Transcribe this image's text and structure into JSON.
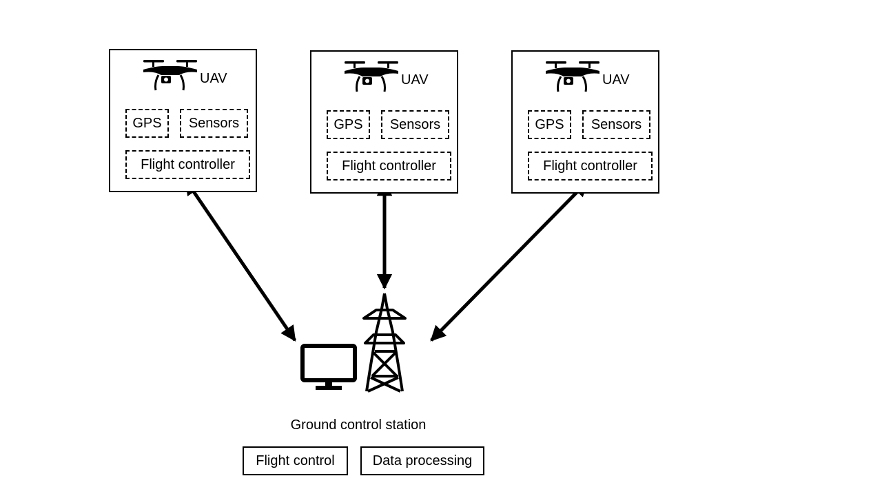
{
  "uavs": [
    {
      "label": "UAV",
      "gps": "GPS",
      "sensors": "Sensors",
      "controller": "Flight controller"
    },
    {
      "label": "UAV",
      "gps": "GPS",
      "sensors": "Sensors",
      "controller": "Flight controller"
    },
    {
      "label": "UAV",
      "gps": "GPS",
      "sensors": "Sensors",
      "controller": "Flight controller"
    }
  ],
  "ground_station": {
    "title": "Ground control station",
    "modules": [
      "Flight control",
      "Data processing"
    ]
  },
  "icons": [
    "drone-icon",
    "monitor-icon",
    "transmission-tower-icon"
  ]
}
